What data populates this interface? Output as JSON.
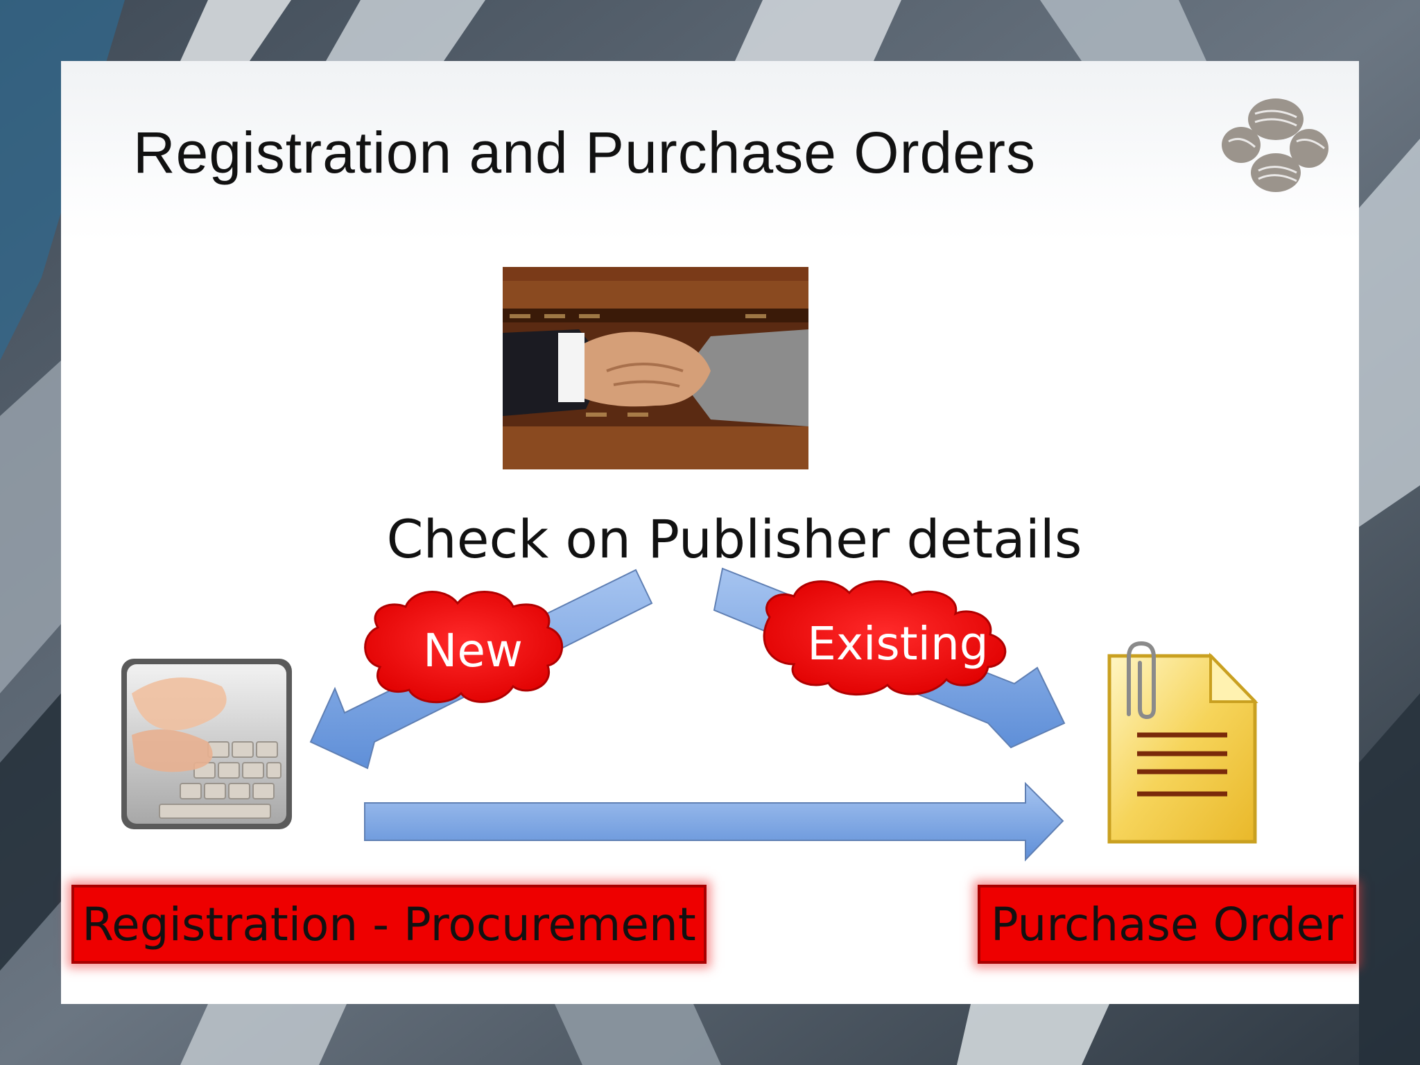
{
  "slide": {
    "title": "Registration and Purchase Orders",
    "subtitle": "Check on Publisher details"
  },
  "diagram": {
    "branch_new_label": "New",
    "branch_existing_label": "Existing",
    "box_registration_label": "Registration - Procurement",
    "box_purchase_label": "Purchase Order"
  },
  "icons": {
    "logo": "company-logo-icon",
    "handshake": "handshake-photo",
    "keyboard": "typing-keyboard-icon",
    "document": "document-with-paperclip-icon"
  },
  "colors": {
    "arrow_fill": "#7ea8e4",
    "cloud_fill": "#ff1010",
    "box_fill": "#ee0000",
    "doc_fill": "#f7d24a"
  }
}
